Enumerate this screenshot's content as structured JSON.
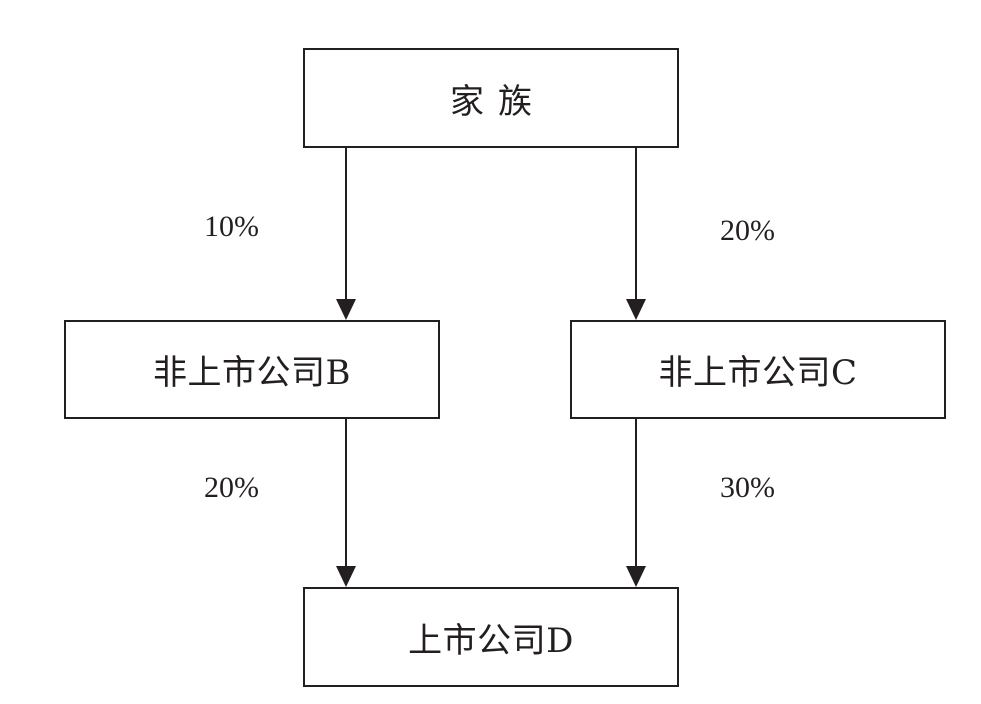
{
  "nodes": {
    "family": "家族",
    "company_b": "非上市公司B",
    "company_c": "非上市公司C",
    "company_d": "上市公司D"
  },
  "edges": [
    {
      "from": "family",
      "to": "company_b",
      "label": "10%"
    },
    {
      "from": "family",
      "to": "company_c",
      "label": "20%"
    },
    {
      "from": "company_b",
      "to": "company_d",
      "label": "20%"
    },
    {
      "from": "company_c",
      "to": "company_d",
      "label": "30%"
    }
  ],
  "colors": {
    "line": "#231f20",
    "background": "#ffffff"
  }
}
